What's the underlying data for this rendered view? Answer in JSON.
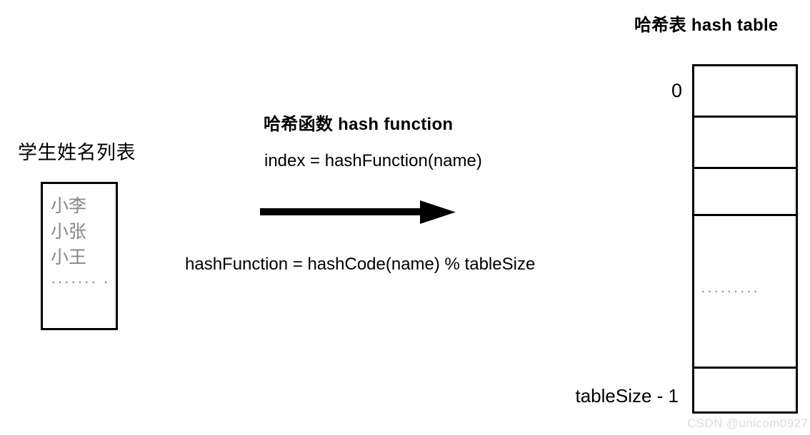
{
  "diagram": {
    "title_left": "学生姓名列表",
    "student_list": {
      "names": [
        "小李",
        "小张",
        "小王"
      ],
      "ellipsis": "······· ·"
    },
    "hash_function": {
      "title": "哈希函数 hash function",
      "index_formula": "index = hashFunction(name)",
      "definition_formula": "hashFunction = hashCode(name) % tableSize",
      "arrow_icon": "right-arrow-icon"
    },
    "hash_table": {
      "title": "哈希表 hash table",
      "first_index_label": "0",
      "last_index_label": "tableSize - 1",
      "cells": [
        {
          "label": "",
          "ellipsis": ""
        },
        {
          "label": "",
          "ellipsis": ""
        },
        {
          "label": "",
          "ellipsis": ""
        },
        {
          "label": "",
          "ellipsis": "·········"
        },
        {
          "label": "",
          "ellipsis": ""
        }
      ]
    },
    "watermark": "CSDN @unicom0927",
    "colors": {
      "stroke": "#000000",
      "background": "#ffffff",
      "muted_text": "#878787",
      "watermark_text": "#dcdcdc"
    }
  }
}
